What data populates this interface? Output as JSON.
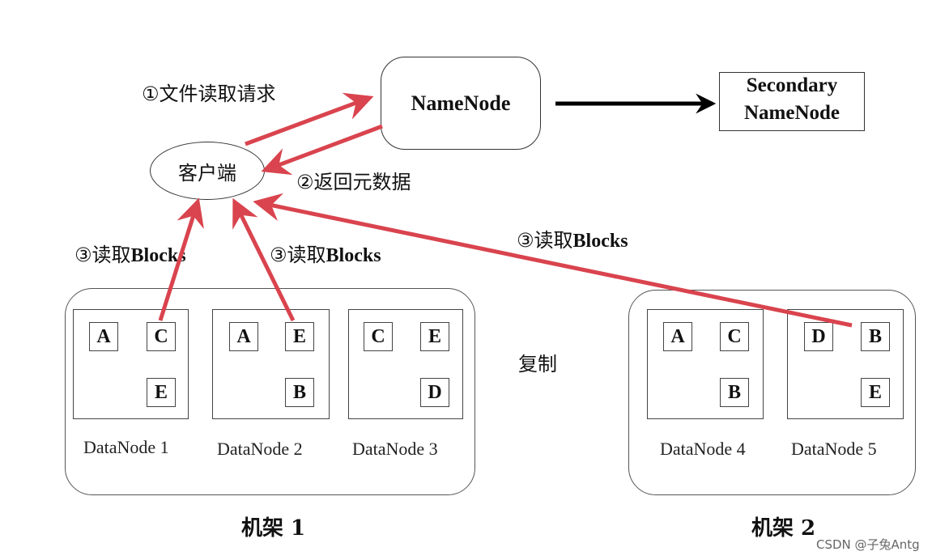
{
  "namenode": "NameNode",
  "secondary": {
    "line1": "Secondary",
    "line2": "NameNode"
  },
  "client": "客户端",
  "steps": {
    "request": "①文件读取请求",
    "metadata": "②返回元数据",
    "read_blocks_prefix": "③读取",
    "read_blocks_word": "Blocks"
  },
  "copy_label": "复制",
  "racks": [
    {
      "label": "机架 1",
      "nodes": [
        {
          "label": "DataNode 1",
          "blocks": [
            "A",
            "C",
            "E"
          ]
        },
        {
          "label": "DataNode 2",
          "blocks": [
            "A",
            "E",
            "B"
          ]
        },
        {
          "label": "DataNode 3",
          "blocks": [
            "C",
            "E",
            "D"
          ]
        }
      ]
    },
    {
      "label": "机架 2",
      "nodes": [
        {
          "label": "DataNode 4",
          "blocks": [
            "A",
            "C",
            "B"
          ]
        },
        {
          "label": "DataNode 5",
          "blocks": [
            "D",
            "B",
            "E"
          ]
        }
      ]
    }
  ],
  "watermark": "CSDN @子兔Antg",
  "colors": {
    "arrow_red": "#d9444e",
    "arrow_black": "#000000"
  }
}
